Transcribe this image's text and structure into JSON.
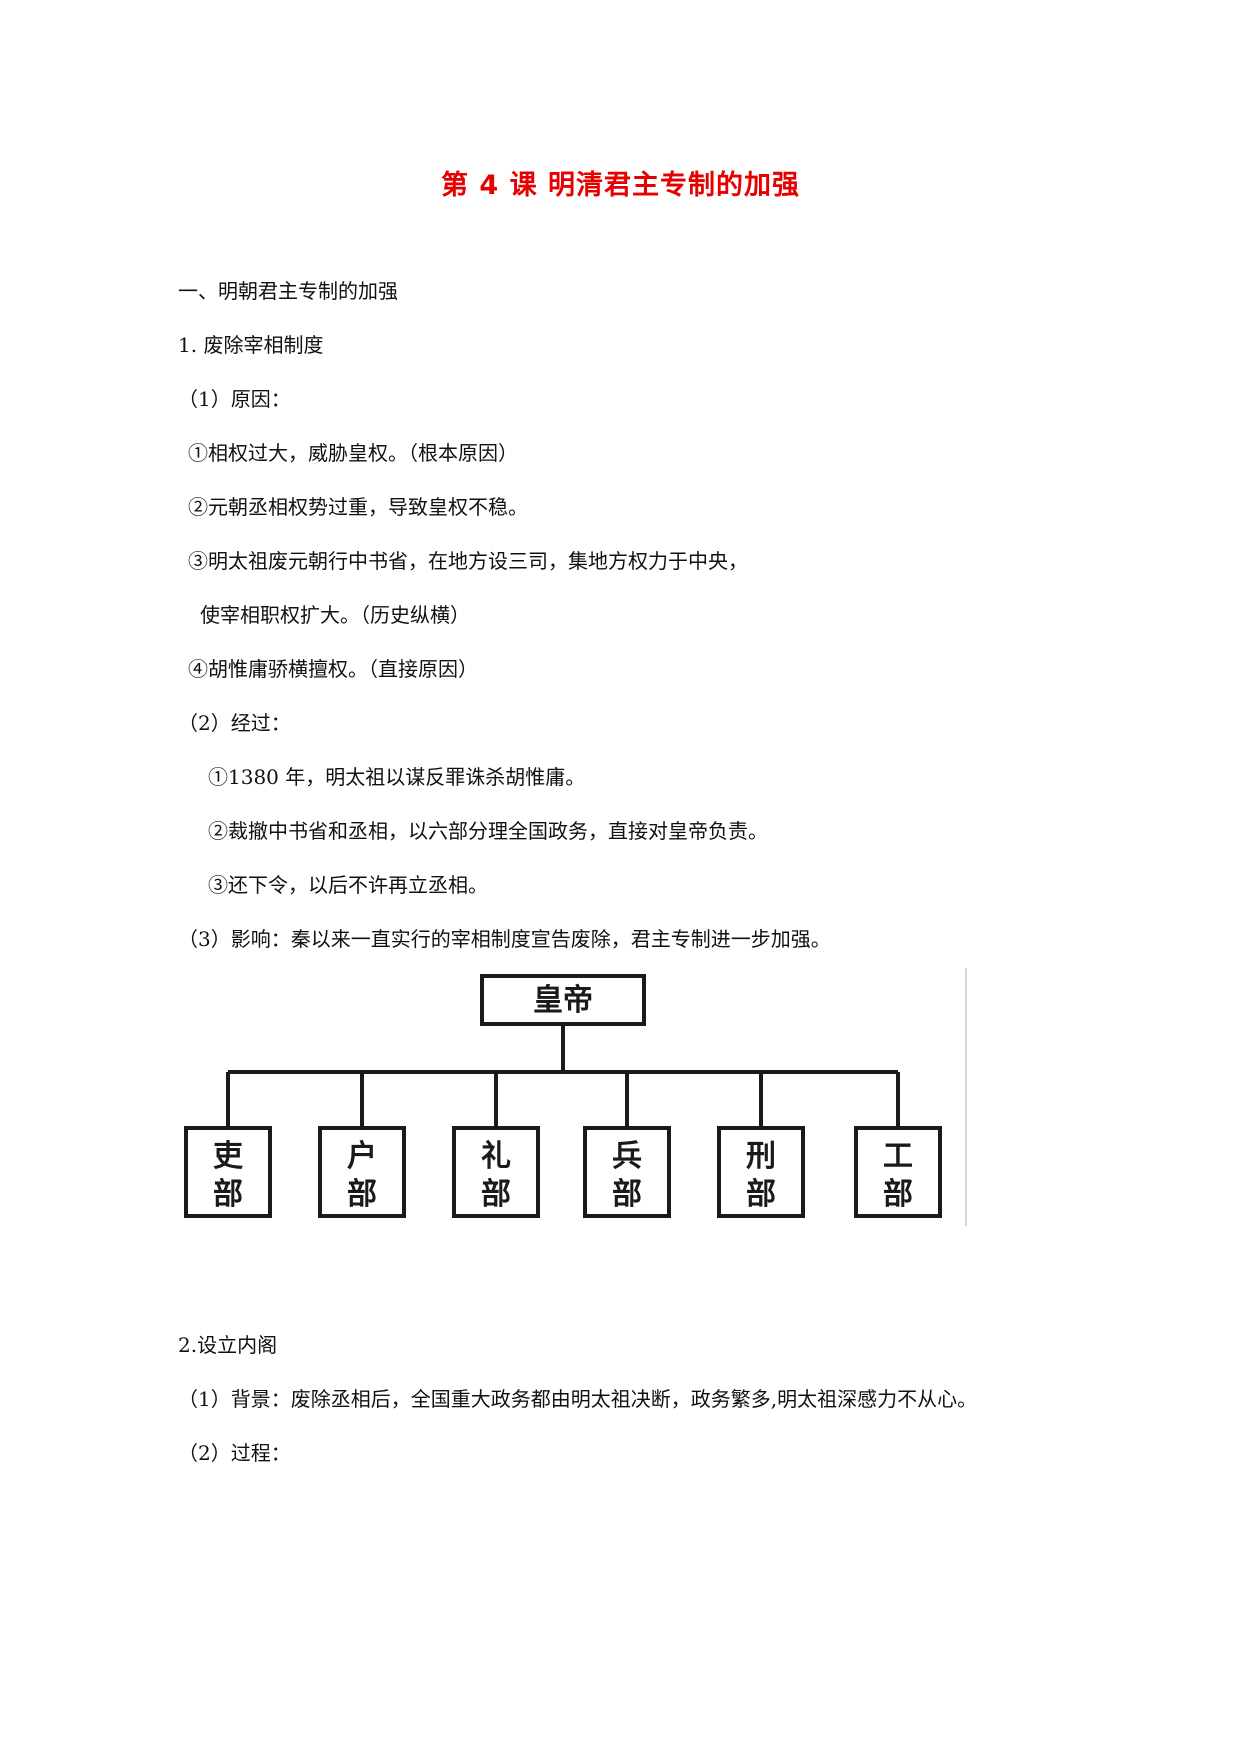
{
  "title": "第 4 课  明清君主专制的加强",
  "section1": "一、明朝君主专制的加强",
  "item1": "1.  废除宰相制度",
  "reason": {
    "heading": "（1）原因：",
    "r1": "①相权过大，威胁皇权。（根本原因）",
    "r2": "②元朝丞相权势过重，导致皇权不稳。",
    "r3a": "③明太祖废元朝行中书省，在地方设三司，集地方权力于中央，",
    "r3b": "使宰相职权扩大。（历史纵横）",
    "r4": "④胡惟庸骄横擅权。（直接原因）"
  },
  "process": {
    "heading": "（2）经过：",
    "p1": "①1380 年，明太祖以谋反罪诛杀胡惟庸。",
    "p2": "②裁撤中书省和丞相，以六部分理全国政务，直接对皇帝负责。",
    "p3": "③还下令，以后不许再立丞相。"
  },
  "impact": "（3）影响：秦以来一直实行的宰相制度宣告废除，君主专制进一步加强。",
  "diagram": {
    "top": "皇帝",
    "ministries": [
      [
        "吏",
        "部"
      ],
      [
        "户",
        "部"
      ],
      [
        "礼",
        "部"
      ],
      [
        "兵",
        "部"
      ],
      [
        "刑",
        "部"
      ],
      [
        "工",
        "部"
      ]
    ]
  },
  "item2": "2.设立内阁",
  "cabinet": {
    "background": "（1）背景：废除丞相后，全国重大政务都由明太祖决断，政务繁多,明太祖深感力不从心。",
    "process": "（2）过程："
  }
}
